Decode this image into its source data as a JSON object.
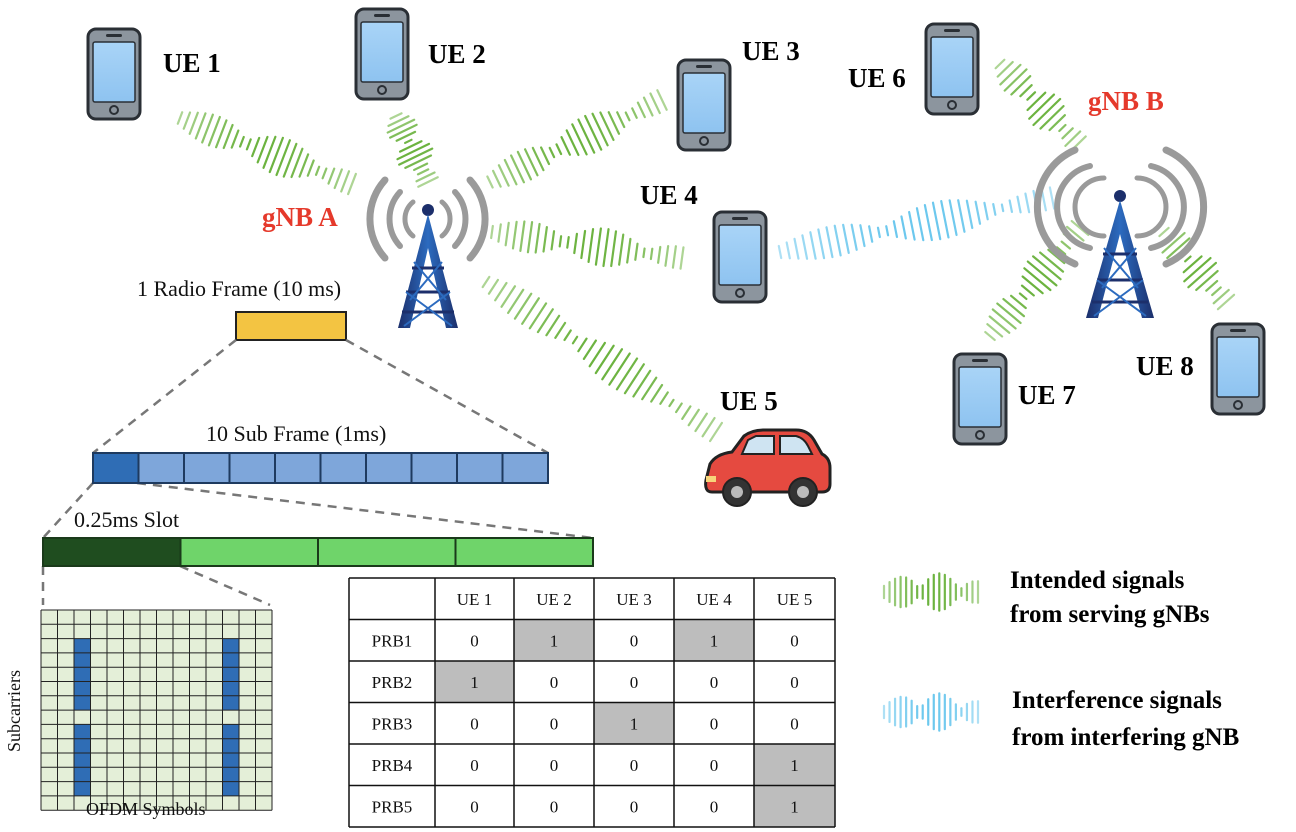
{
  "colors": {
    "intended": "#6cb33f",
    "interference": "#6cc8ee",
    "gnb_label": "#e5392b",
    "radio_frame": "#f3c442",
    "subframe": "#7ea6da",
    "subframe_first": "#2f6db5",
    "slot": "#6fd46a",
    "slot_first": "#1f4d1f",
    "grid_bg": "#e4efd8",
    "grid_mark": "#2f6db5",
    "table_fill": "#bdbdbd"
  },
  "ue_labels": {
    "ue1": "UE 1",
    "ue2": "UE 2",
    "ue3": "UE 3",
    "ue4": "UE 4",
    "ue5": "UE 5",
    "ue6": "UE 6",
    "ue7": "UE 7",
    "ue8": "UE 8"
  },
  "gnb_labels": {
    "a": "gNB A",
    "b": "gNB B"
  },
  "frame": {
    "radio_frame": "1 Radio Frame (10 ms)",
    "sub_frame": "10 Sub Frame (1ms)",
    "slot": "0.25ms Slot",
    "subcarriers": "Subcarriers",
    "ofdm_symbols": "OFDM Symbols",
    "subframe_count": 10,
    "slot_count": 4
  },
  "grid": {
    "cols": 14,
    "rows": 14,
    "marked_columns": [
      2,
      11
    ],
    "marked_row_groups": [
      [
        2,
        6
      ],
      [
        8,
        12
      ]
    ]
  },
  "table": {
    "headers": [
      "",
      "UE 1",
      "UE 2",
      "UE 3",
      "UE 4",
      "UE 5"
    ],
    "rows": [
      {
        "label": "PRB1",
        "values": [
          "0",
          "1",
          "0",
          "1",
          "0"
        ]
      },
      {
        "label": "PRB2",
        "values": [
          "1",
          "0",
          "0",
          "0",
          "0"
        ]
      },
      {
        "label": "PRB3",
        "values": [
          "0",
          "0",
          "1",
          "0",
          "0"
        ]
      },
      {
        "label": "PRB4",
        "values": [
          "0",
          "0",
          "0",
          "0",
          "1"
        ]
      },
      {
        "label": "PRB5",
        "values": [
          "0",
          "0",
          "0",
          "0",
          "1"
        ]
      }
    ]
  },
  "legend": {
    "intended_line1": "Intended signals",
    "intended_line2": "from serving gNBs",
    "interference_line1": "Interference signals",
    "interference_line2": "from interfering gNB"
  }
}
